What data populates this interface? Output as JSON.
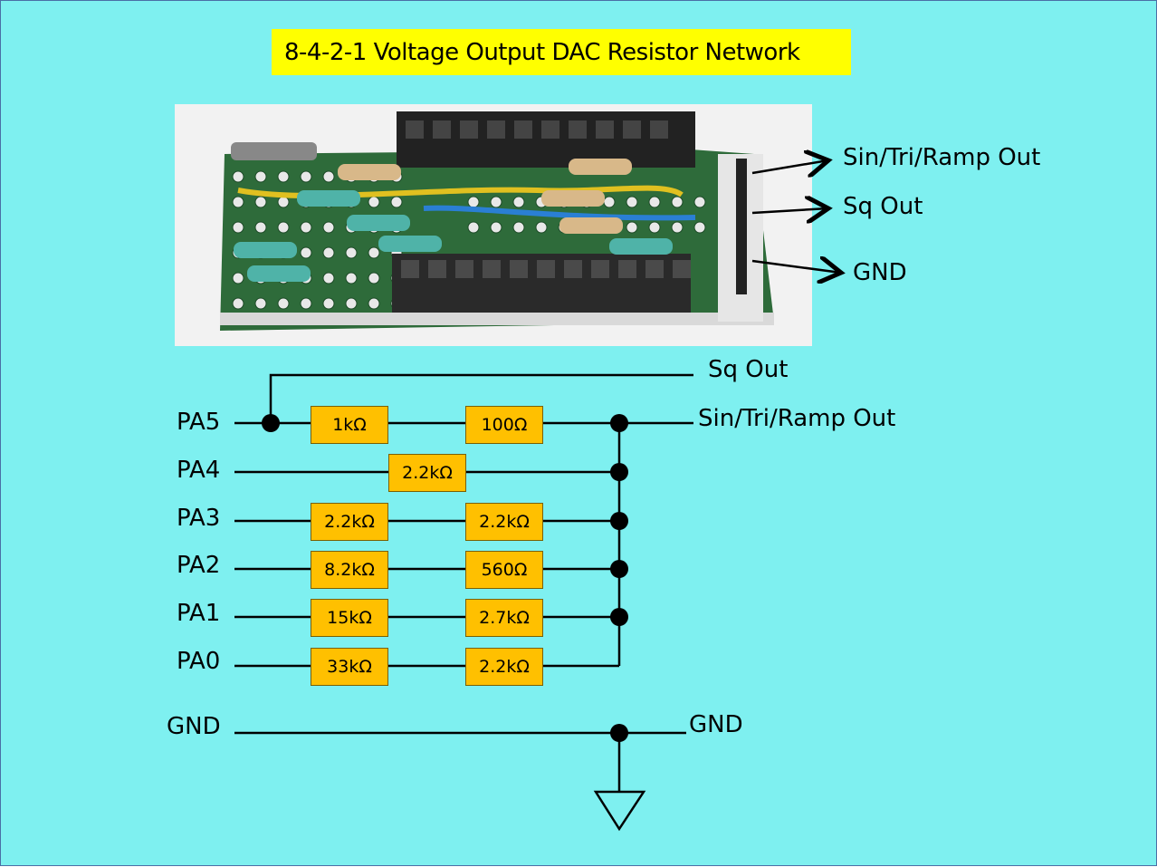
{
  "title": "8-4-2-1 Voltage Output DAC Resistor Network",
  "photo_labels": {
    "sin_out": "Sin/Tri/Ramp Out",
    "sq_out": "Sq Out",
    "gnd": "GND"
  },
  "schematic": {
    "sq_out": "Sq Out",
    "sin_out": "Sin/Tri/Ramp Out",
    "gnd_left": "GND",
    "gnd_right": "GND",
    "pins": [
      "PA5",
      "PA4",
      "PA3",
      "PA2",
      "PA1",
      "PA0"
    ],
    "resistors": {
      "pa5": [
        "1kΩ",
        "100Ω"
      ],
      "pa4": [
        "2.2kΩ"
      ],
      "pa3": [
        "2.2kΩ",
        "2.2kΩ"
      ],
      "pa2": [
        "8.2kΩ",
        "560Ω"
      ],
      "pa1": [
        "15kΩ",
        "2.7kΩ"
      ],
      "pa0": [
        "33kΩ",
        "2.2kΩ"
      ]
    }
  },
  "colors": {
    "background": "#7ef0f0",
    "title_bg": "#ffff00",
    "resistor_fill": "#ffc000"
  }
}
